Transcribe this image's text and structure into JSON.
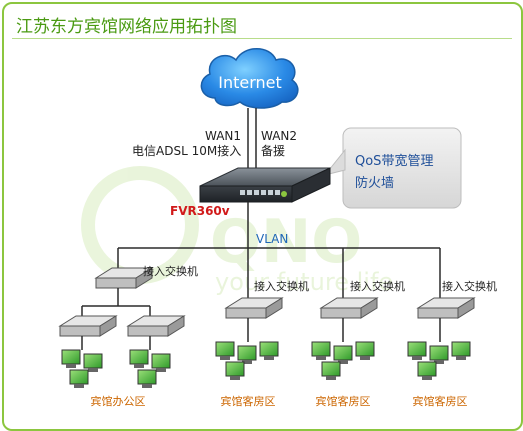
{
  "title": "江苏东方宾馆网络应用拓扑图",
  "cloud": {
    "label": "Internet"
  },
  "wan1": {
    "name": "WAN1",
    "desc": "电信ADSL 10M接入"
  },
  "wan2": {
    "name": "WAN2",
    "desc": "备援"
  },
  "router": {
    "model": "FVR360v"
  },
  "features": {
    "line1": "QoS带宽管理",
    "line2": "防火墙"
  },
  "vlan_label": "VLAN",
  "watermark": {
    "brand": "QNO",
    "slogan": "your future life"
  },
  "access_switch_label": "接入交换机",
  "zones": [
    "宾馆办公区",
    "宾馆客房区",
    "宾馆客房区",
    "宾馆客房区"
  ],
  "colors": {
    "title": "#4a9a12",
    "frame": "#8cc63f",
    "model": "#d11a1a",
    "vlan": "#1f66b8",
    "zone": "#cc6600",
    "cloud": "#2a8ae6"
  }
}
